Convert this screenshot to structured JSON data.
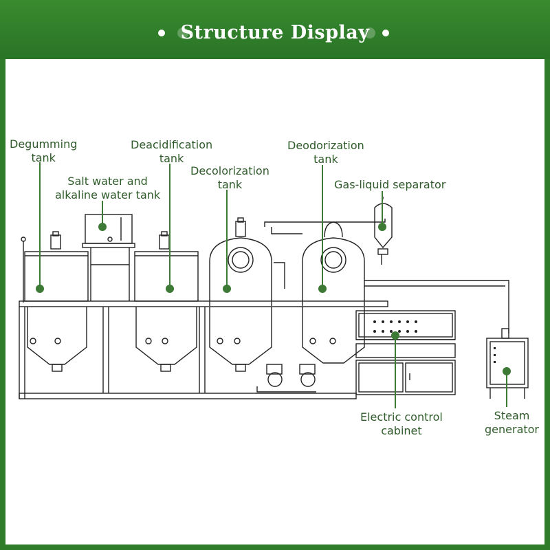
{
  "header": {
    "title": "Structure Display"
  },
  "labels": {
    "degumming_tank": "Degumming\ntank",
    "salt_water_tank": "Salt water and\nalkaline water tank",
    "deacidification_tank": "Deacidification\ntank",
    "decolorization_tank": "Decolorization\ntank",
    "deodorization_tank": "Deodorization\ntank",
    "gas_liquid_separator": "Gas-liquid separator",
    "electric_control_cabinet": "Electric control\ncabinet",
    "steam_generator": "Steam\ngenerator"
  },
  "colors": {
    "header_bg": "#2f7d2a",
    "leader": "#3d7a35",
    "label_text": "#2f5a2a"
  }
}
